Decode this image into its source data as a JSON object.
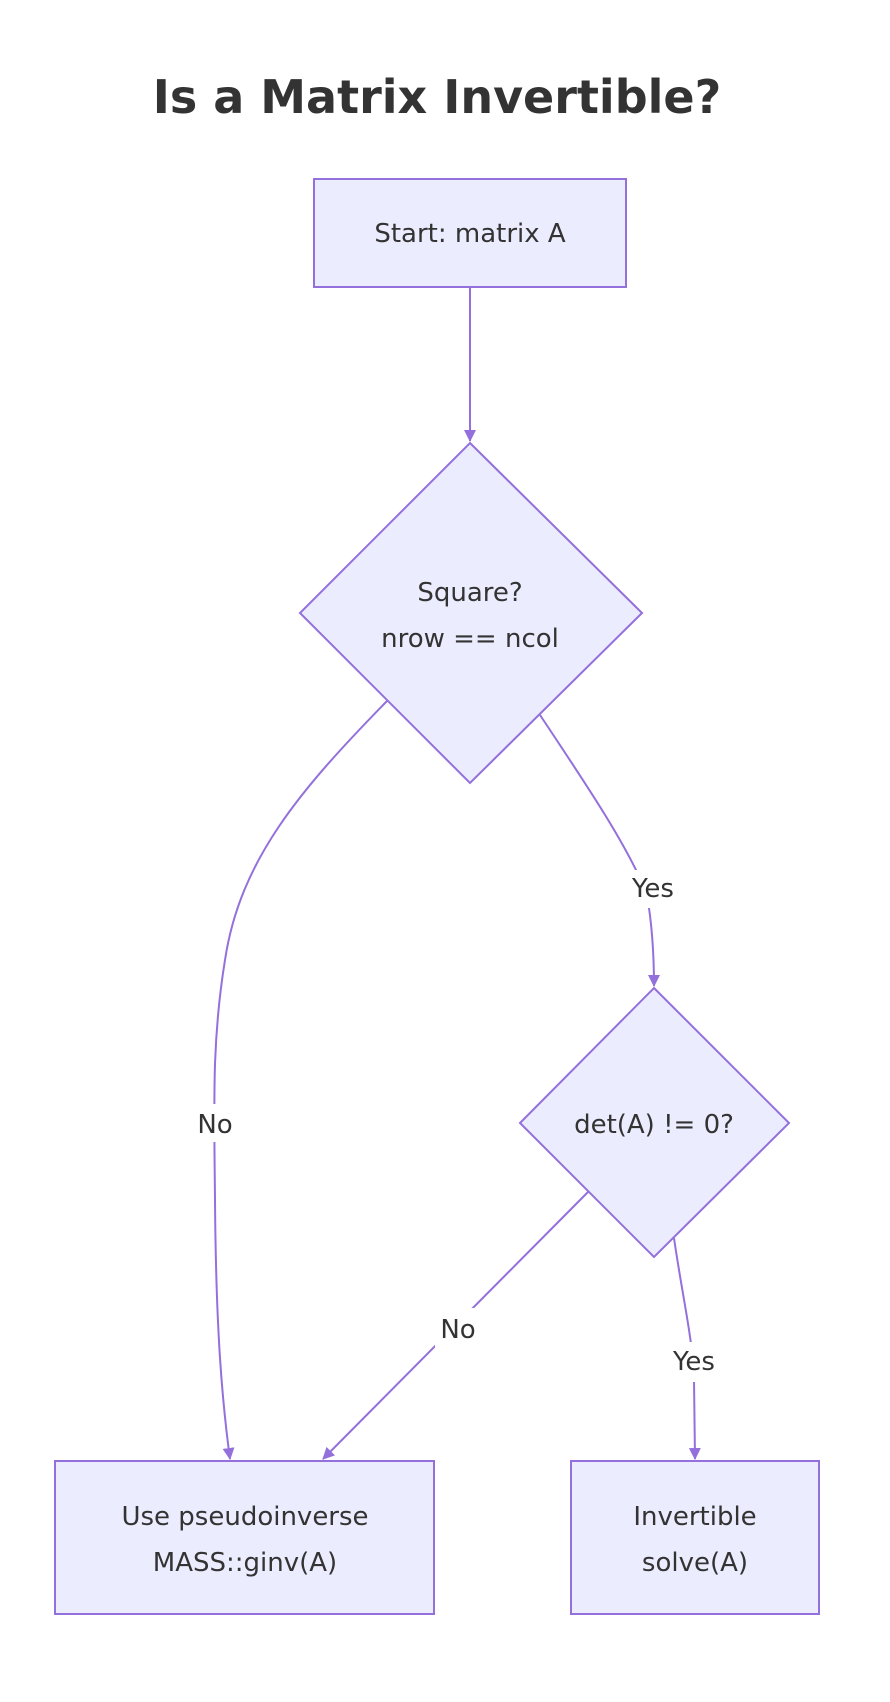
{
  "title": "Is a Matrix Invertible?",
  "colors": {
    "node_fill": "#ECECFF",
    "node_stroke": "#9370DB",
    "edge": "#9370DB",
    "text": "#333333",
    "background": "#FFFFFF"
  },
  "nodes": {
    "start": {
      "shape": "rect",
      "lines": [
        "Start: matrix A"
      ]
    },
    "square": {
      "shape": "diamond",
      "lines": [
        "Square?",
        "nrow == ncol"
      ]
    },
    "det": {
      "shape": "diamond",
      "lines": [
        "det(A) != 0?"
      ]
    },
    "pseudo": {
      "shape": "rect",
      "lines": [
        "Use pseudoinverse",
        "MASS::ginv(A)"
      ]
    },
    "invertible": {
      "shape": "rect",
      "lines": [
        "Invertible",
        "solve(A)"
      ]
    }
  },
  "edges": [
    {
      "from": "start",
      "to": "square",
      "label": ""
    },
    {
      "from": "square",
      "to": "pseudo",
      "label": "No"
    },
    {
      "from": "square",
      "to": "det",
      "label": "Yes"
    },
    {
      "from": "det",
      "to": "pseudo",
      "label": "No"
    },
    {
      "from": "det",
      "to": "invertible",
      "label": "Yes"
    }
  ],
  "edge_labels": {
    "square_no": "No",
    "square_yes": "Yes",
    "det_no": "No",
    "det_yes": "Yes"
  }
}
